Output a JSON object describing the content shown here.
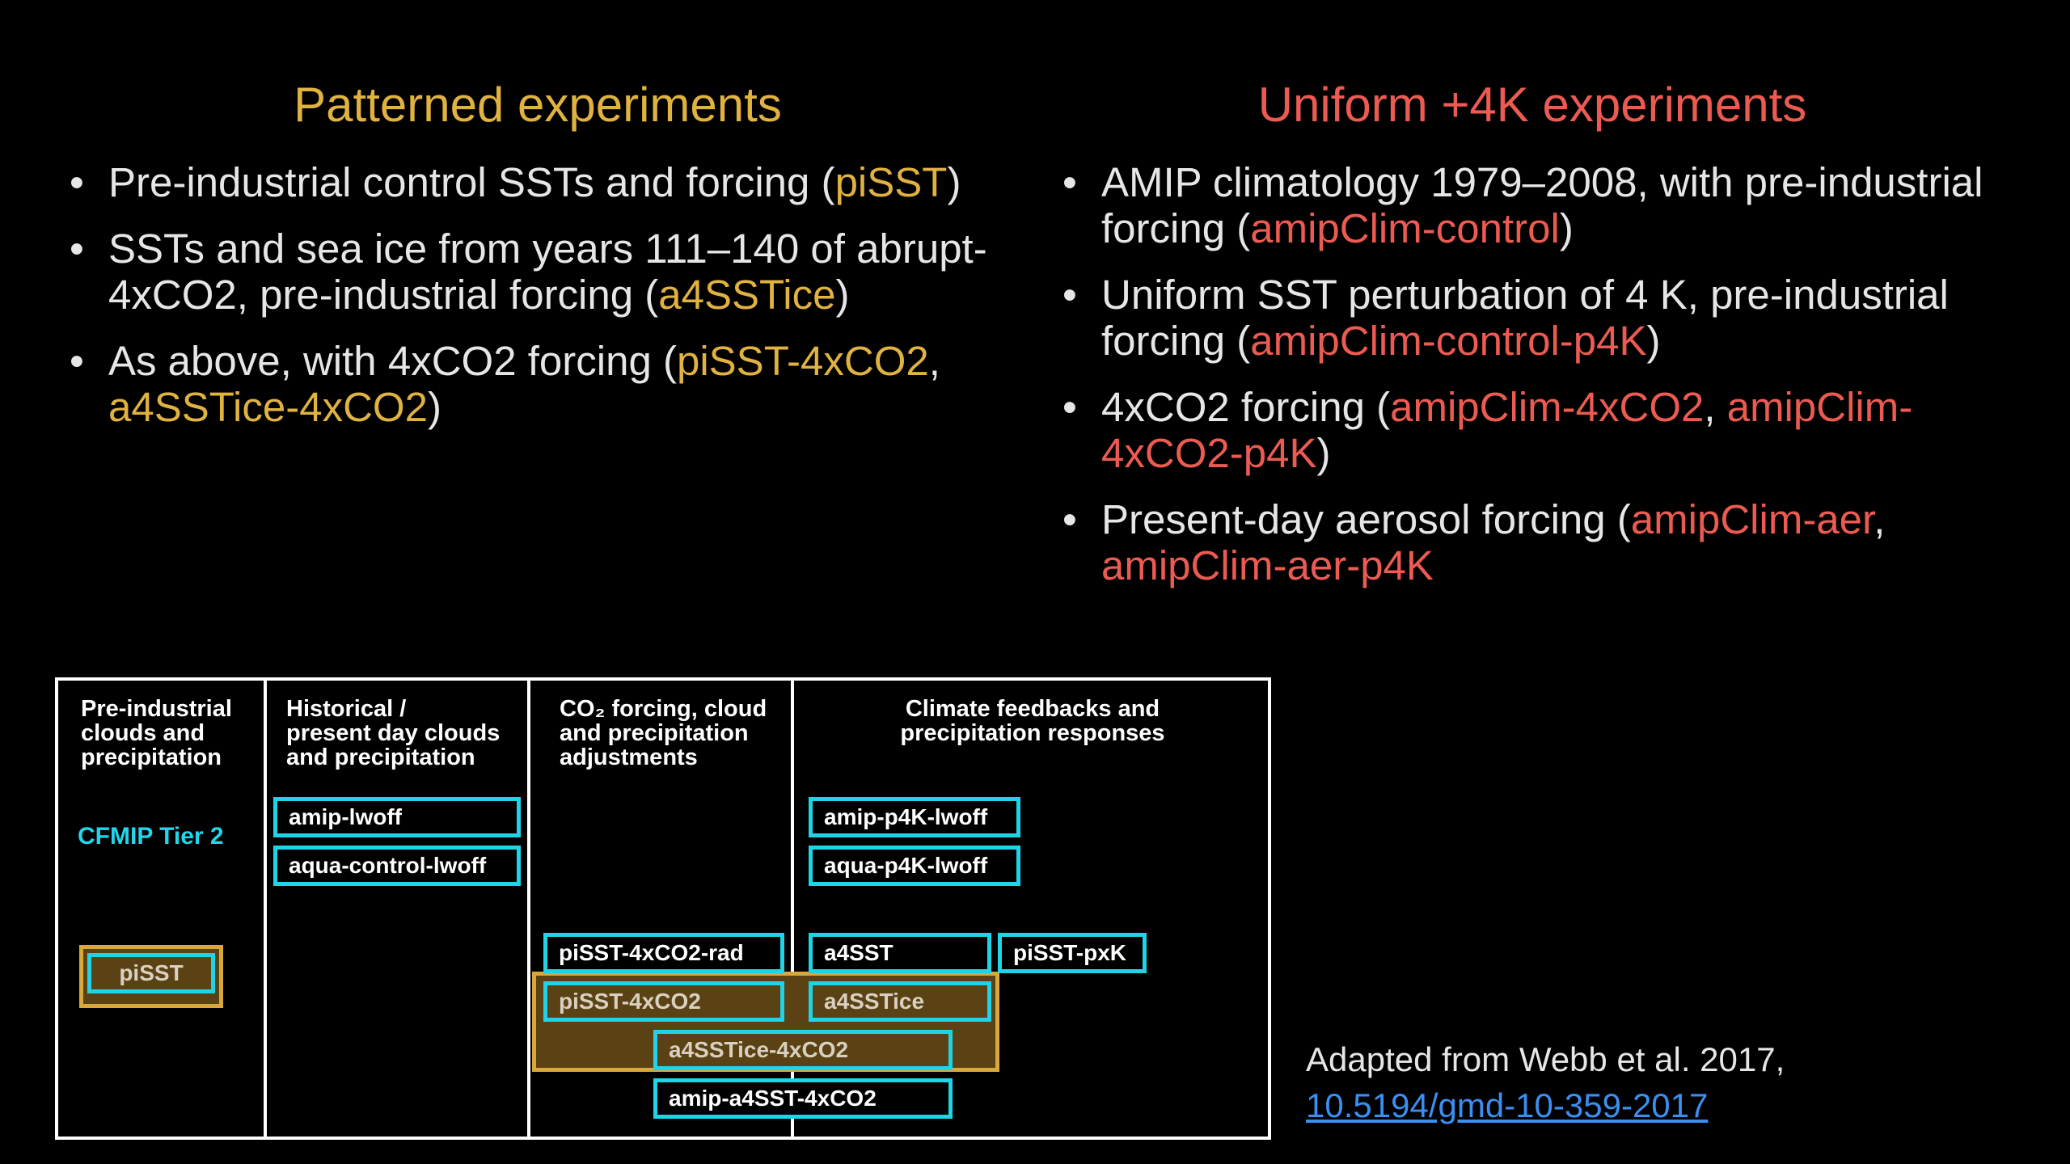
{
  "left": {
    "heading": "Patterned experiments",
    "bullets": [
      {
        "dot": "•",
        "before": "Pre-industrial control SSTs and forcing (",
        "hl": "piSST",
        "after": ")"
      },
      {
        "dot": "•",
        "before": "SSTs and sea ice from years 111–140 of abrupt-4xCO2, pre-industrial forcing (",
        "hl": "a4SSTice",
        "after": ")"
      },
      {
        "dot": "•",
        "before": "As above, with 4xCO2 forcing (",
        "hl": "piSST-4xCO2",
        "mid": ", ",
        "hl2": "a4SSTice-4xCO2",
        "after": ")"
      }
    ]
  },
  "right": {
    "heading": "Uniform +4K experiments",
    "bullets": [
      {
        "dot": "•",
        "before": "AMIP climatology 1979–2008, with pre-industrial forcing (",
        "hl": "amipClim-control",
        "after": ")"
      },
      {
        "dot": "•",
        "before": "Uniform SST perturbation of 4 K, pre-industrial forcing (",
        "hl": "amipClim-control-p4K",
        "after": ")"
      },
      {
        "dot": "•",
        "before": "4xCO2 forcing (",
        "hl": "amipClim-4xCO2",
        "mid": ", ",
        "hl2": "amipClim-4xCO2-p4K",
        "after": ")"
      },
      {
        "dot": "•",
        "before": "Present-day aerosol forcing (",
        "hl": "amipClim-aer",
        "mid": ", ",
        "hl2": "amipClim-aer-p4K",
        "after": ""
      }
    ]
  },
  "diagram": {
    "columns": [
      "Pre-industrial\nclouds and\nprecipitation",
      "Historical /\npresent day clouds\nand precipitation",
      "CO₂ forcing, cloud\nand precipitation\nadjustments",
      "Climate feedbacks and\nprecipitation responses"
    ],
    "tier_label": "CFMIP Tier 2",
    "experiments": {
      "pisst": "piSST",
      "amip_lwoff": "amip-lwoff",
      "aqua_control_lwoff": "aqua-control-lwoff",
      "pisst_4xco2_rad": "piSST-4xCO2-rad",
      "pisst_4xco2": "piSST-4xCO2",
      "a4ssttice_4xco2": "a4SSTice-4xCO2",
      "amip_a4sst_4xco2": "amip-a4SST-4xCO2",
      "amip_p4k_lwoff": "amip-p4K-lwoff",
      "aqua_p4k_lwoff": "aqua-p4K-lwoff",
      "a4sst": "a4SST",
      "pisst_pxk": "piSST-pxK",
      "a4sstice": "a4SSTice"
    }
  },
  "source": {
    "text": "Adapted from Webb et al. 2017,",
    "doi": "10.5194/gmd-10-359-2017"
  },
  "colors": {
    "gold": "#e0b240",
    "red": "#ec5b52",
    "cyan": "#1fd4e6",
    "link": "#3b8ff0"
  }
}
